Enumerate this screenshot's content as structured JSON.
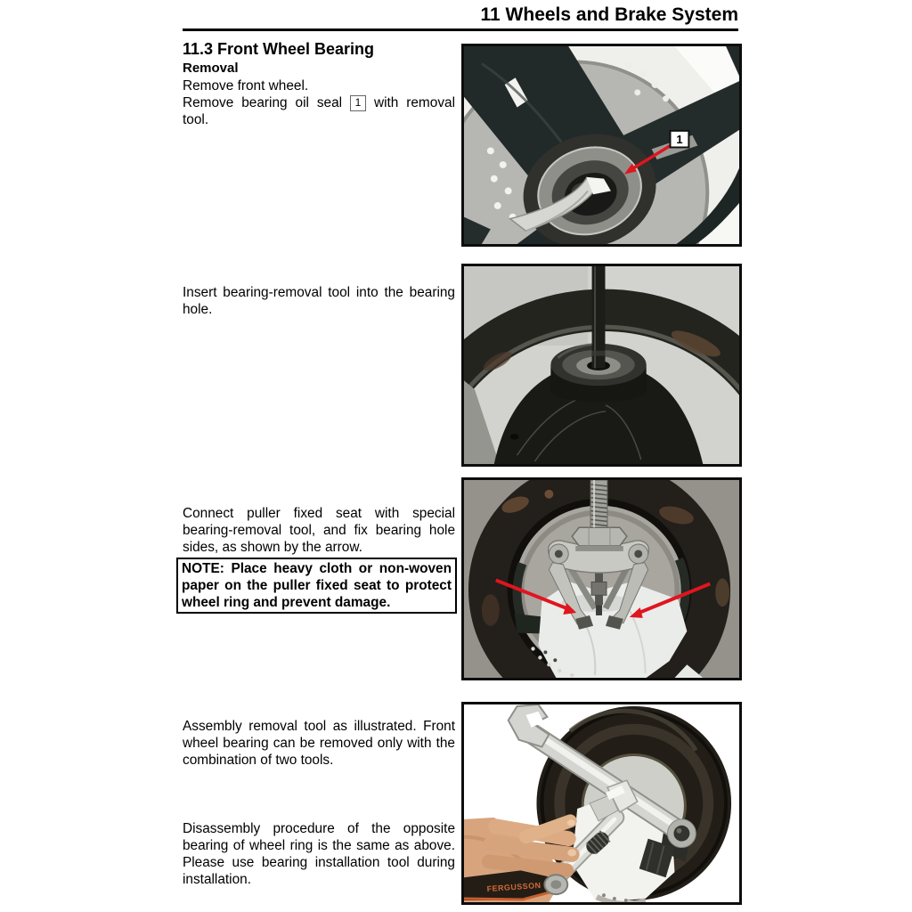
{
  "header": {
    "title": "11 Wheels and Brake System"
  },
  "section": {
    "title": "11.3 Front Wheel Bearing",
    "subtitle": "Removal"
  },
  "steps": {
    "s1a": "Remove front wheel.",
    "s1b_pre": "Remove bearing oil seal",
    "s1b_ref": "1",
    "s1b_post": "with removal tool.",
    "s2": "Insert bearing-removal tool into the bearing hole.",
    "s3": "Connect puller fixed seat with special bearing-removal tool, and fix bearing hole sides, as shown by the arrow.",
    "s4": "Assembly removal tool as illustrated. Front wheel bearing can be removed only with the combination of two tools.",
    "s5": "Disassembly procedure of the opposite bearing of wheel ring is the same as above. Please use bearing installation tool during installation."
  },
  "note": "NOTE: Place heavy cloth or non-woven paper on the puller fixed seat to protect wheel ring and prevent damage.",
  "figures": {
    "fig1": {
      "callout": "1"
    },
    "fig4": {
      "handle_text": "FERGUSSON"
    }
  },
  "colors": {
    "arrow_red": "#e0151f",
    "border_black": "#0d0d0d",
    "page_bg": "#ffffff"
  }
}
